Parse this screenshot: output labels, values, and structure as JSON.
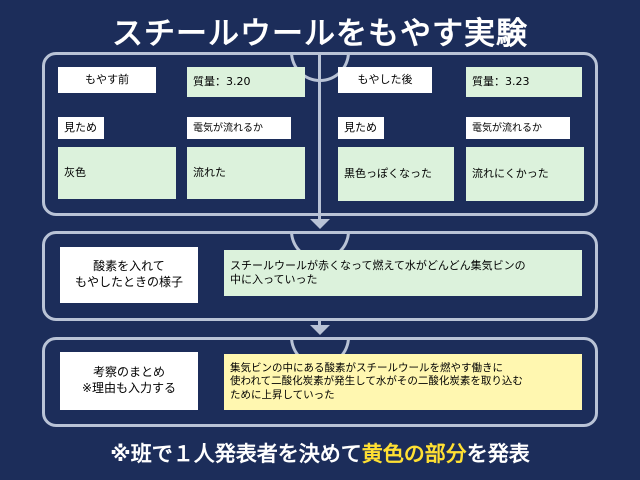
{
  "title": "スチールウールをもやす実験",
  "before": {
    "header": "もやす前",
    "mass": "質量：3.20",
    "look_label": "見ため",
    "look_value": "灰色",
    "elec_label": "電気が流れるか",
    "elec_value": "流れた"
  },
  "after": {
    "header": "もやした後",
    "mass": "質量：3.23",
    "look_label": "見ため",
    "look_value": "黒色っぽくなった",
    "elec_label": "電気が流れるか",
    "elec_value": "流れにくかった"
  },
  "oxygen": {
    "label_line1": "酸素を入れて",
    "label_line2": "もやしたときの様子",
    "value_line1": "スチールウールが赤くなって燃えて水がどんどん集気ビンの",
    "value_line2": "中に入っていった"
  },
  "discussion": {
    "label_line1": "考察のまとめ",
    "label_line2": "※理由も入力する",
    "value_line1": "集気ビンの中にある酸素がスチールウールを燃やす働きに",
    "value_line2": "使われて二酸化炭素が発生して水がその二酸化炭素を取り込む",
    "value_line3": "ために上昇していった"
  },
  "footer": {
    "part1": "※班で１人発表者を決めて",
    "highlight": "黄色の部分",
    "part2": "を発表"
  },
  "colors": {
    "background": "#1c2d5a",
    "connector": "#b9c3d6",
    "value_box": "#dcf2dc",
    "answer_box": "#fff7b0",
    "footer_highlight": "#ffe033"
  }
}
